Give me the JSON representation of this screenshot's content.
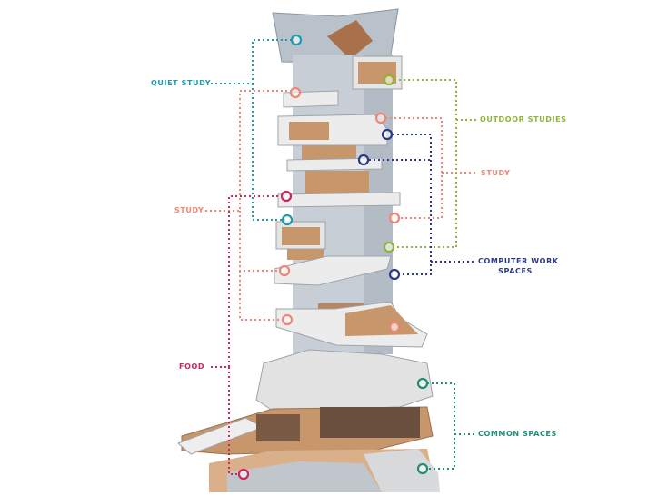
{
  "colors": {
    "teal": "#1e9aa8",
    "green": "#8fb43a",
    "salmon": "#ee8677",
    "navy": "#2b3a86",
    "crimson": "#c92a5a",
    "emerald": "#1f8f73",
    "concrete": "#c7ced6",
    "wood": "#c8966b",
    "slab": "#ececec"
  },
  "labels": {
    "quiet_study": "QUIET STUDY",
    "outdoor_studies": "OUTDOOR STUDIES",
    "study_right": "STUDY",
    "study_left": "STUDY",
    "computer_work_line1": "COMPUTER WORK",
    "computer_work_line2": "SPACES",
    "food": "FOOD",
    "common_spaces": "COMMON SPACES"
  }
}
